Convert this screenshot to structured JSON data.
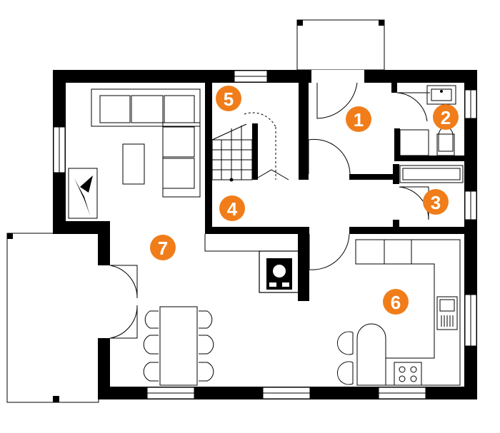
{
  "plan": {
    "accent_color": "#f07d1a",
    "wall_color": "#000000",
    "room_markers": [
      {
        "id": "1",
        "label": "1"
      },
      {
        "id": "2",
        "label": "2"
      },
      {
        "id": "3",
        "label": "3"
      },
      {
        "id": "4",
        "label": "4"
      },
      {
        "id": "5",
        "label": "5"
      },
      {
        "id": "6",
        "label": "6"
      },
      {
        "id": "7",
        "label": "7"
      }
    ],
    "icons": [
      "sofa-icon",
      "coffee-table-icon",
      "armchair-icon",
      "staircase-icon",
      "dining-table-icon",
      "chair-icon",
      "stove-icon",
      "sink-icon",
      "bathtub-icon",
      "toilet-icon",
      "washbasin-icon",
      "boiler-icon",
      "door-swing-icon",
      "window-icon"
    ]
  }
}
